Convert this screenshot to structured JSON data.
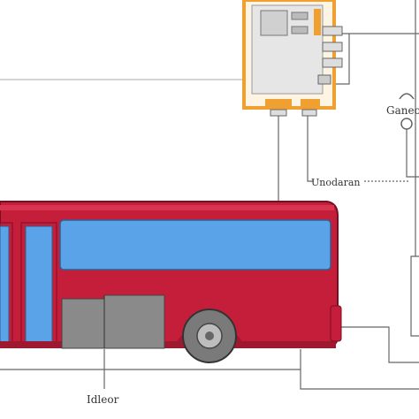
{
  "labels": {
    "right_top": "Ganeoa",
    "middle": "Unodaran",
    "bottom": "Idleor"
  },
  "colors": {
    "bus_body": "#c41e3a",
    "bus_window": "#5aa3e8",
    "controller_frame": "#f0a030",
    "controller_panel": "#e6e6e6",
    "wire": "#555555",
    "wheel": "#7a7a7a",
    "battery_box": "#888888"
  }
}
